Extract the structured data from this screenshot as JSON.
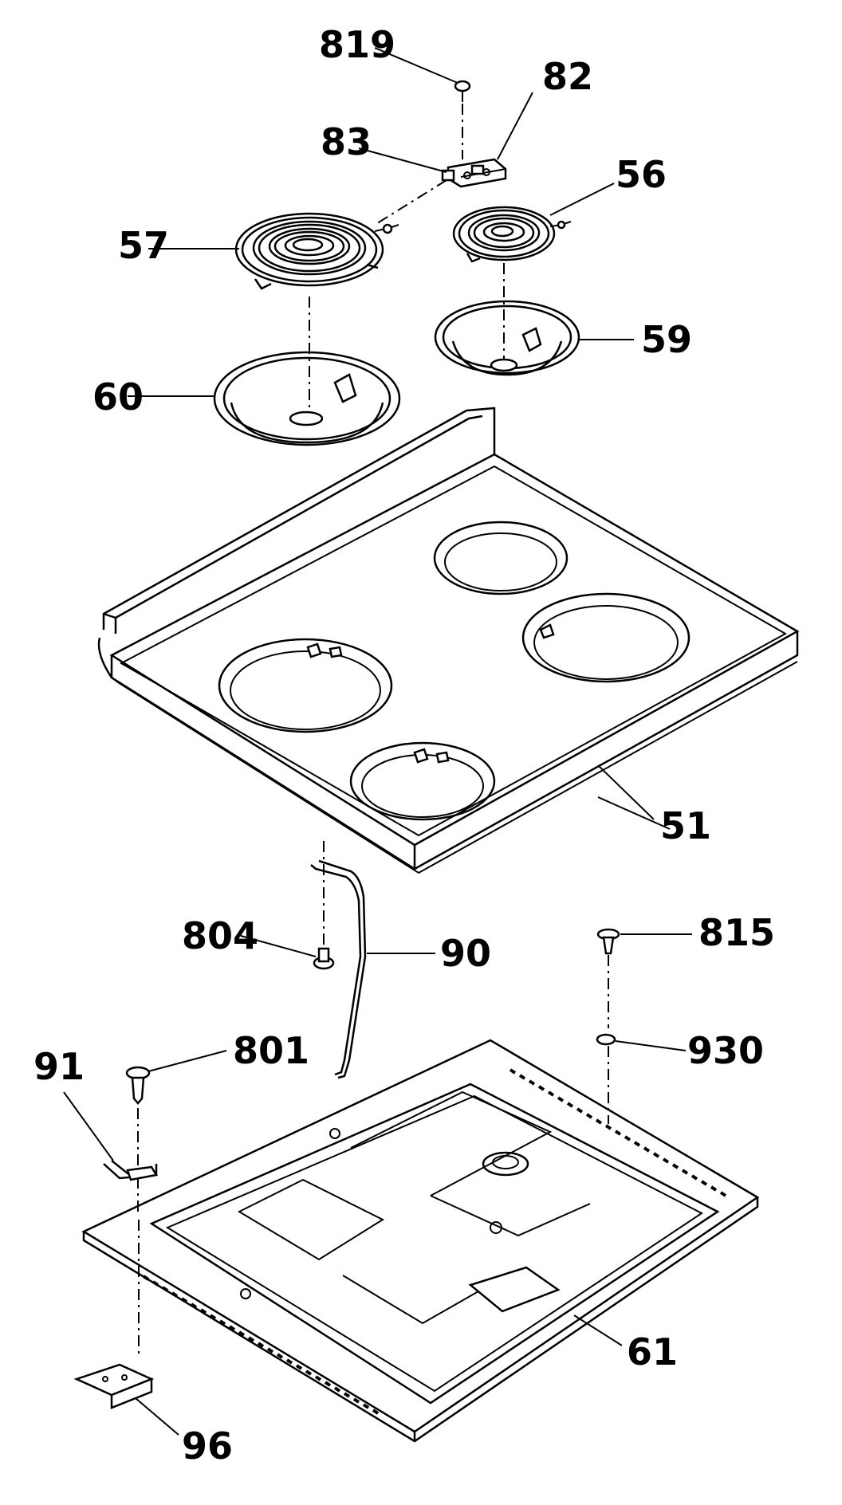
{
  "labels": {
    "p819": "819",
    "p82": "82",
    "p83": "83",
    "p56": "56",
    "p57": "57",
    "p59": "59",
    "p60": "60",
    "p51": "51",
    "p804": "804",
    "p90": "90",
    "p815": "815",
    "p801": "801",
    "p91": "91",
    "p930": "930",
    "p61": "61",
    "p96": "96"
  }
}
